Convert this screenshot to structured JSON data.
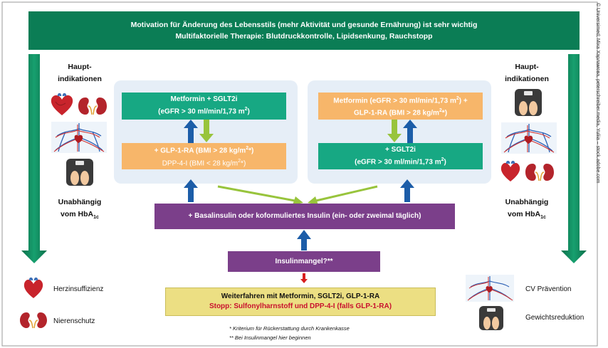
{
  "header": {
    "line1": "Motivation für Änderung des Lebensstils (mehr Aktivität und gesunde Ernährung) ist sehr wichtig",
    "line2": "Multifaktorielle Therapie: Blutdruckkontrolle, Lipidsenkung, Rauchstopp"
  },
  "left_column": {
    "title_1": "Haupt-",
    "title_2": "indikationen",
    "subtitle_1": "Unabhängig",
    "subtitle_2": "vom HbA",
    "subtitle_sub": "1c"
  },
  "right_column": {
    "title_1": "Haupt-",
    "title_2": "indikationen",
    "subtitle_1": "Unabhängig",
    "subtitle_2": "vom HbA",
    "subtitle_sub": "1c"
  },
  "left_panel": {
    "top_line1": "Metformin + SGLT2i",
    "top_line2_pre": "(eGFR > 30 ml/min/1,73 m",
    "top_line2_sup": "2",
    "top_line2_post": ")",
    "bottom_line1_pre": "+ GLP-1-RA (BMI > 28 kg/m",
    "bottom_line1_sup": "2",
    "bottom_line1_post": "*)",
    "bottom_line2_pre": "DPP-4-I (BMI < 28 kg/m",
    "bottom_line2_sup": "2",
    "bottom_line2_post": "*)"
  },
  "right_panel": {
    "top_line1_pre": "Metformin (eGFR > 30 ml/min/1,73 m",
    "top_line1_sup": "2",
    "top_line1_post": ") +",
    "top_line2_pre": "GLP-1-RA (BMI > 28 kg/m",
    "top_line2_sup": "2",
    "top_line2_post": "*)",
    "bottom_line1": "+ SGLT2i",
    "bottom_line2_pre": "(eGFR > 30 ml/min/1,73 m",
    "bottom_line2_sup": "2",
    "bottom_line2_post": ")"
  },
  "basal_box": "+ Basalinsulin oder koformuliertes Insulin (ein- oder zweimal täglich)",
  "insulin_box": "Insulinmangel?**",
  "final_box": {
    "line1": "Weiterfahren mit Metformin, SGLT2i, GLP-1-RA",
    "line2": "Stopp: Sulfonylharnstoff und DPP-4-I (falls GLP-1-RA)"
  },
  "footnotes": {
    "note1": "* Kriterium für Rückerstattung durch Krankenkasse",
    "note2": "** Bei Insulinmangel hier beginnen"
  },
  "legend": {
    "heart_label": "Herzinsuffizienz",
    "kidney_label": "Nierenschutz",
    "cv_label": "CV Prävention",
    "weight_label": "Gewichtsreduktion"
  },
  "credit": "© Universimed; Mixa Харламова, peterschreiber.media, Yuliia – stock.adobe.com",
  "colors": {
    "green_dark": "#0b7d55",
    "teal_box": "#17a883",
    "orange_box": "#f7b66a",
    "purple_box": "#7b3f8a",
    "yellow_box": "#ecdf83",
    "panel_bg": "#e6eef7",
    "arrow_blue": "#1c5da8",
    "arrow_green": "#98c43c",
    "arrow_red": "#d71f1f",
    "stop_red": "#c8102e"
  }
}
